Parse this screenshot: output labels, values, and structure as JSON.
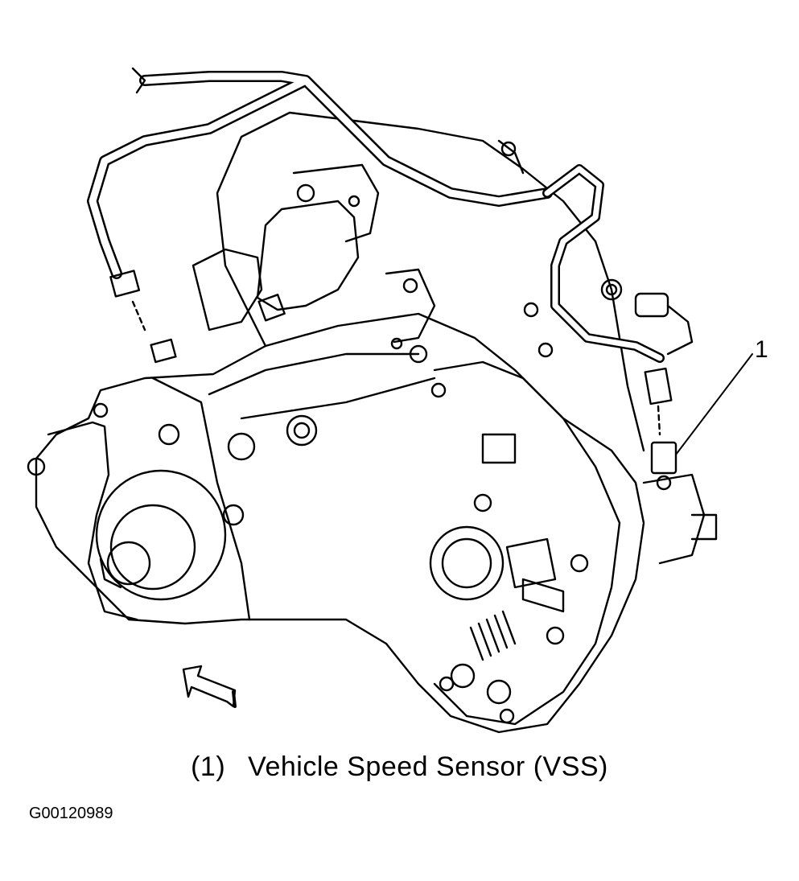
{
  "callout": {
    "number": "1"
  },
  "caption": {
    "number": "(1)",
    "text": "Vehicle Speed Sensor (VSS)"
  },
  "figure_id": "G00120989",
  "colors": {
    "line": "#000000",
    "background": "#ffffff"
  }
}
